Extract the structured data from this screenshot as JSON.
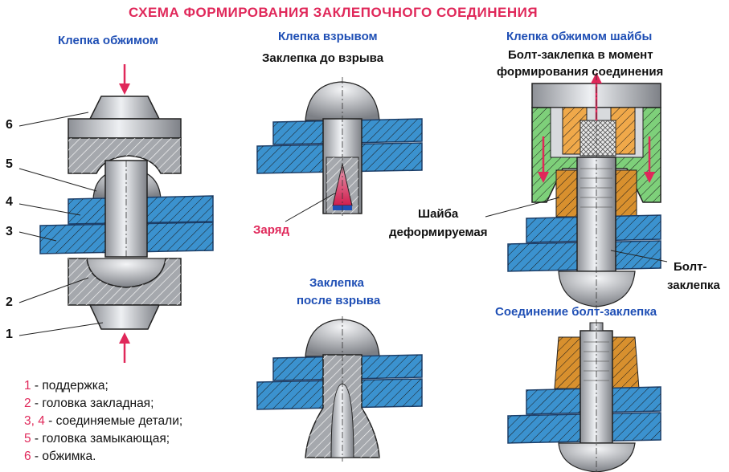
{
  "title": "СХЕМА   ФОРМИРОВАНИЯ   ЗАКЛЕПОЧНОГО   СОЕДИНЕНИЯ",
  "panels": {
    "crimp": {
      "heading": "Клепка обжимом"
    },
    "explosion": {
      "heading": "Клепка взрывом",
      "before": "Заклепка до взрыва",
      "charge": "Заряд",
      "after_line1": "Заклепка",
      "after_line2": "после взрыва"
    },
    "washer": {
      "heading": "Клепка обжимом шайбы",
      "moment_line1": "Болт-заклепка в момент",
      "moment_line2": "формирования соединения",
      "washer_line1": "Шайба",
      "washer_line2": "деформируемая",
      "bolt_line1": "Болт-",
      "bolt_line2": "заклепка",
      "joint": "Соединение болт-заклепка"
    }
  },
  "callouts": {
    "n6": "6",
    "n5": "5",
    "n4": "4",
    "n3": "3",
    "n2": "2",
    "n1": "1"
  },
  "legend": [
    {
      "num": "1",
      "text": " - поддержка;"
    },
    {
      "num": "2",
      "text": " - головка закладная;"
    },
    {
      "num": "3, 4",
      "text": " - соединяемые детали;"
    },
    {
      "num": "5",
      "text": " - головка замыкающая;"
    },
    {
      "num": "6",
      "text": " - обжимка."
    }
  ]
}
